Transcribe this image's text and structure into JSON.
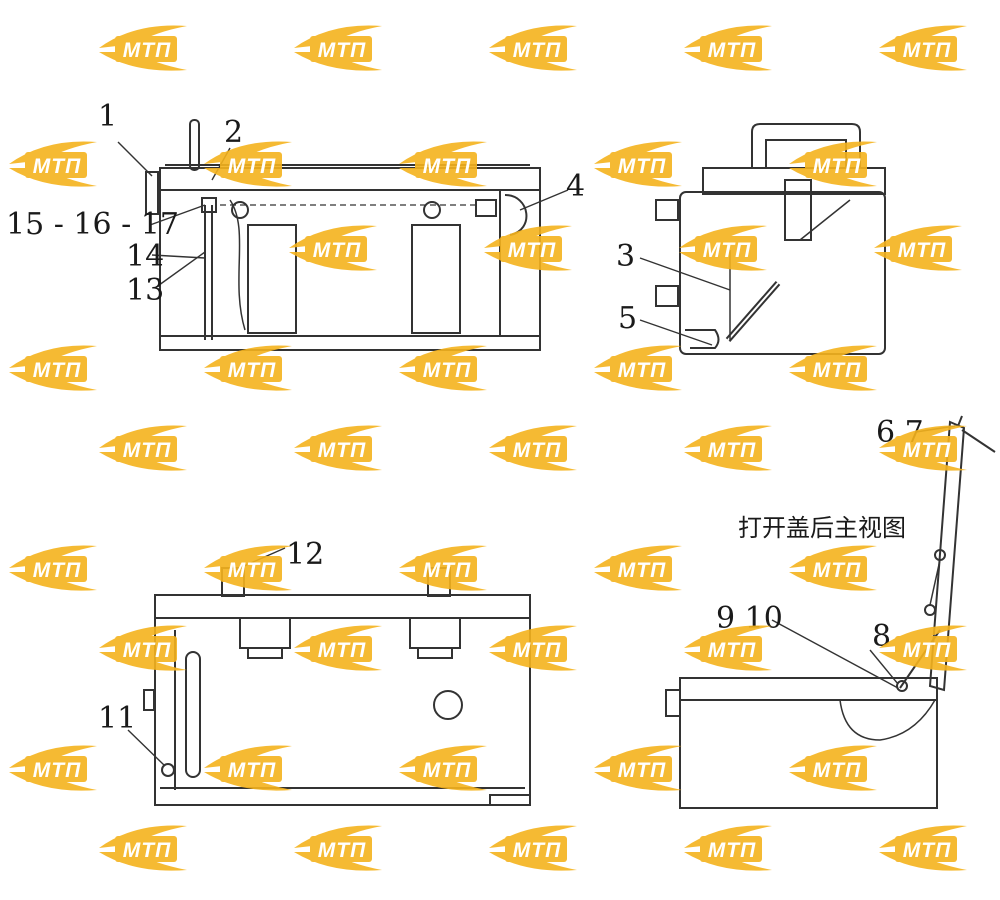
{
  "callouts": [
    {
      "id": "c1",
      "text": "1"
    },
    {
      "id": "c2",
      "text": "2"
    },
    {
      "id": "c3",
      "text": "3"
    },
    {
      "id": "c4",
      "text": "4"
    },
    {
      "id": "c5",
      "text": "5"
    },
    {
      "id": "c6_7",
      "text": "6 7"
    },
    {
      "id": "c8",
      "text": "8"
    },
    {
      "id": "c9_10",
      "text": "9 10"
    },
    {
      "id": "c11",
      "text": "11"
    },
    {
      "id": "c12",
      "text": "12"
    },
    {
      "id": "c13",
      "text": "13"
    },
    {
      "id": "c14",
      "text": "14"
    },
    {
      "id": "c15_17",
      "text": "15 - 16 - 17"
    }
  ],
  "caption": "打开盖后主视图",
  "watermark": {
    "text": "МТП",
    "color": "#f5b31d"
  }
}
